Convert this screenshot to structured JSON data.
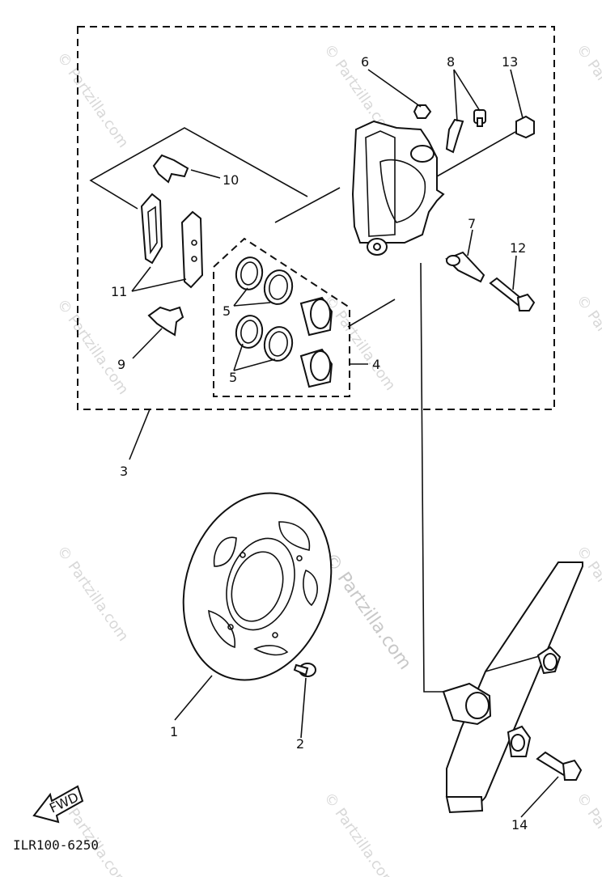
{
  "diagram": {
    "code": "ILR100-6250",
    "fwd_label": "FWD",
    "watermark": "© Partzilla.com",
    "callouts": [
      "1",
      "2",
      "3",
      "4",
      "5",
      "5",
      "6",
      "7",
      "8",
      "9",
      "10",
      "11",
      "12",
      "13",
      "14"
    ]
  }
}
